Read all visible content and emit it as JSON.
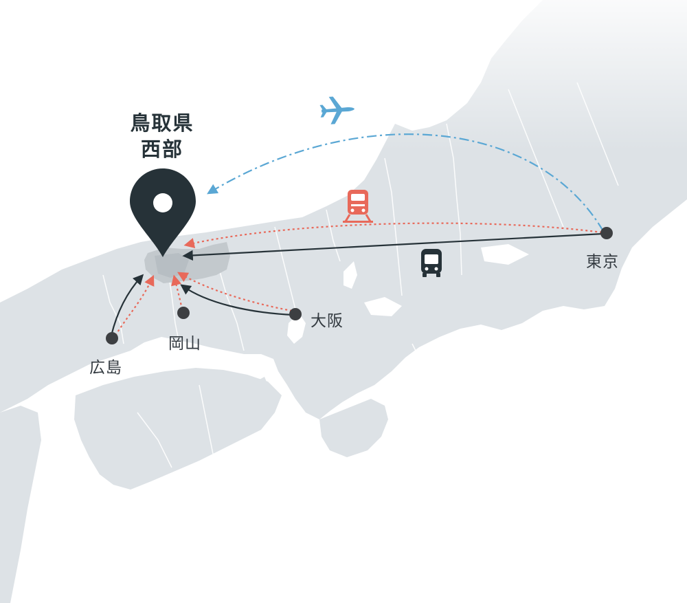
{
  "destination": {
    "line1": "鳥取県",
    "line2": "西部",
    "icon": "map-pin-icon"
  },
  "cities": [
    {
      "key": "tokyo",
      "label": "東京"
    },
    {
      "key": "osaka",
      "label": "大阪"
    },
    {
      "key": "okayama",
      "label": "岡山"
    },
    {
      "key": "hiroshima",
      "label": "広島"
    }
  ],
  "transport_icons": {
    "plane": "airplane-icon",
    "train": "train-icon",
    "bus": "bus-icon"
  },
  "colors": {
    "land": "#dde2e6",
    "land_light": "#e8ecef",
    "tottori_region": "#c3c9cd",
    "plane_route": "#5aa7d4",
    "train_route": "#e8695a",
    "bus_route": "#263238",
    "pin": "#263238",
    "city_dot": "#3d3f42"
  }
}
